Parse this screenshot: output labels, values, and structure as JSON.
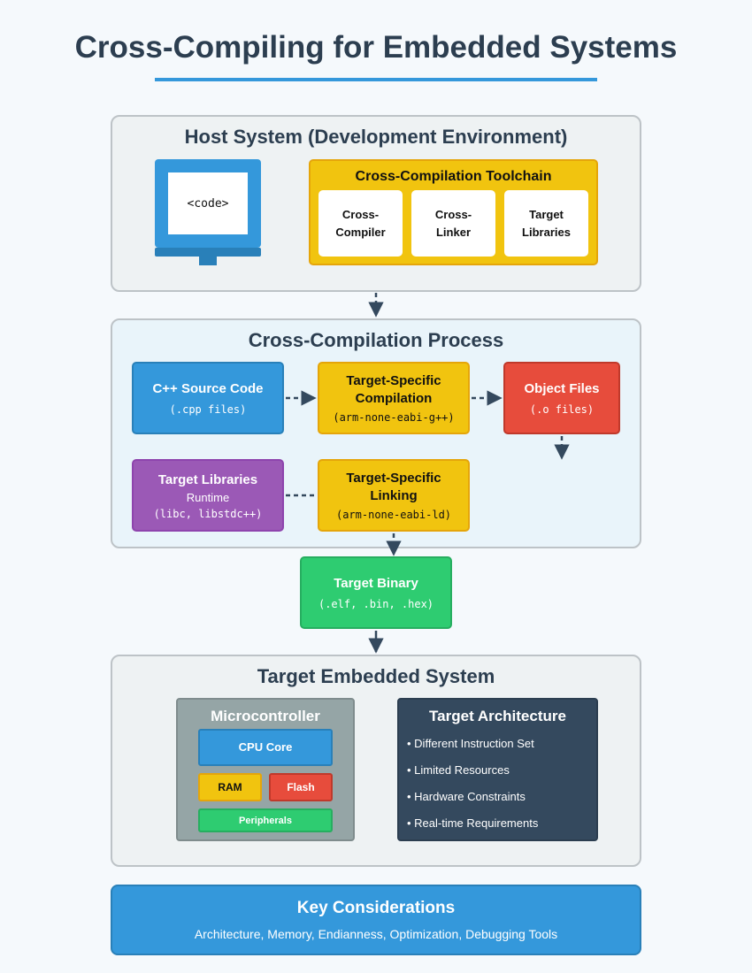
{
  "title": "Cross-Compiling for Embedded Systems",
  "host": {
    "title": "Host System (Development Environment)",
    "monitor_text": "<code>",
    "toolchain": {
      "title": "Cross-Compilation Toolchain",
      "items": [
        {
          "line1": "Cross-",
          "line2": "Compiler"
        },
        {
          "line1": "Cross-",
          "line2": "Linker"
        },
        {
          "line1": "Target",
          "line2": "Libraries"
        }
      ]
    }
  },
  "process": {
    "title": "Cross-Compilation Process",
    "source": {
      "label": "C++ Source Code",
      "sub": "(.cpp files)"
    },
    "compile": {
      "line1": "Target-Specific",
      "line2": "Compilation",
      "sub": "(arm-none-eabi-g++)"
    },
    "objects": {
      "label": "Object Files",
      "sub": "(.o files)"
    },
    "libs": {
      "label": "Target Libraries",
      "sub1": "Runtime",
      "sub2": "(libc, libstdc++)"
    },
    "link": {
      "line1": "Target-Specific",
      "line2": "Linking",
      "sub": "(arm-none-eabi-ld)"
    }
  },
  "binary": {
    "label": "Target Binary",
    "sub": "(.elf, .bin, .hex)"
  },
  "target": {
    "title": "Target Embedded System",
    "mcu": {
      "title": "Microcontroller",
      "cpu": "CPU Core",
      "ram": "RAM",
      "flash": "Flash",
      "peripherals": "Peripherals"
    },
    "arch": {
      "title": "Target Architecture",
      "items": [
        "• Different Instruction Set",
        "• Limited Resources",
        "• Hardware Constraints",
        "• Real-time Requirements"
      ]
    }
  },
  "key": {
    "title": "Key Considerations",
    "text": "Architecture, Memory, Endianness, Optimization, Debugging Tools"
  },
  "colors": {
    "blue": "#3498db",
    "yellow": "#f1c40f",
    "red": "#e74c3c",
    "purple": "#9b59b6",
    "green": "#2ecc71",
    "dark": "#34495e",
    "gray": "#95a5a6"
  }
}
